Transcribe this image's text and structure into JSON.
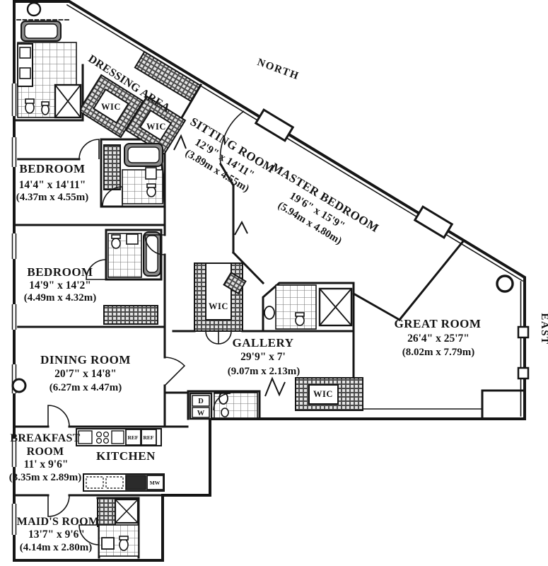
{
  "compass": {
    "north": "NORTH",
    "east": "EAST"
  },
  "rooms": {
    "dressing_area": {
      "name": "DRESSING AREA"
    },
    "sitting_room": {
      "name": "SITTING ROOM",
      "dims": "12'9\" x 14'11\"",
      "metric": "(3.89m x 4.55m)"
    },
    "master_bedroom": {
      "name": "MASTER BEDROOM",
      "dims": "19'6\" x 15'9\"",
      "metric": "(5.94m x 4.80m)"
    },
    "bedroom_1": {
      "name": "BEDROOM",
      "dims": "14'4\" x 14'11\"",
      "metric": "(4.37m x 4.55m)"
    },
    "bedroom_2": {
      "name": "BEDROOM",
      "dims": "14'9\" x 14'2\"",
      "metric": "(4.49m x 4.32m)"
    },
    "dining_room": {
      "name": "DINING ROOM",
      "dims": "20'7\" x 14'8\"",
      "metric": "(6.27m x 4.47m)"
    },
    "gallery": {
      "name": "GALLERY",
      "dims": "29'9\" x 7'",
      "metric": "(9.07m x 2.13m)"
    },
    "great_room": {
      "name": "GREAT ROOM",
      "dims": "26'4\" x 25'7\"",
      "metric": "(8.02m x 7.79m)"
    },
    "breakfast_room": {
      "name_line1": "BREAKFAST",
      "name_line2": "ROOM",
      "dims": "11' x 9'6\"",
      "metric": "(3.35m x 2.89m)"
    },
    "kitchen": {
      "name": "KITCHEN"
    },
    "maids_room": {
      "name": "MAID'S ROOM",
      "dims": "13'7\" x 9'6\"",
      "metric": "(4.14m x 2.80m)"
    }
  },
  "closets": {
    "wic_1": "WIC",
    "wic_2": "WIC",
    "wic_3": "WIC",
    "wic_4": "WIC"
  },
  "appliances": {
    "dryer": "D",
    "washer": "W",
    "ref_1": "REF",
    "ref_2": "REF",
    "microwave": "MW"
  },
  "colors": {
    "ink": "#151515",
    "paper": "#ffffff"
  }
}
